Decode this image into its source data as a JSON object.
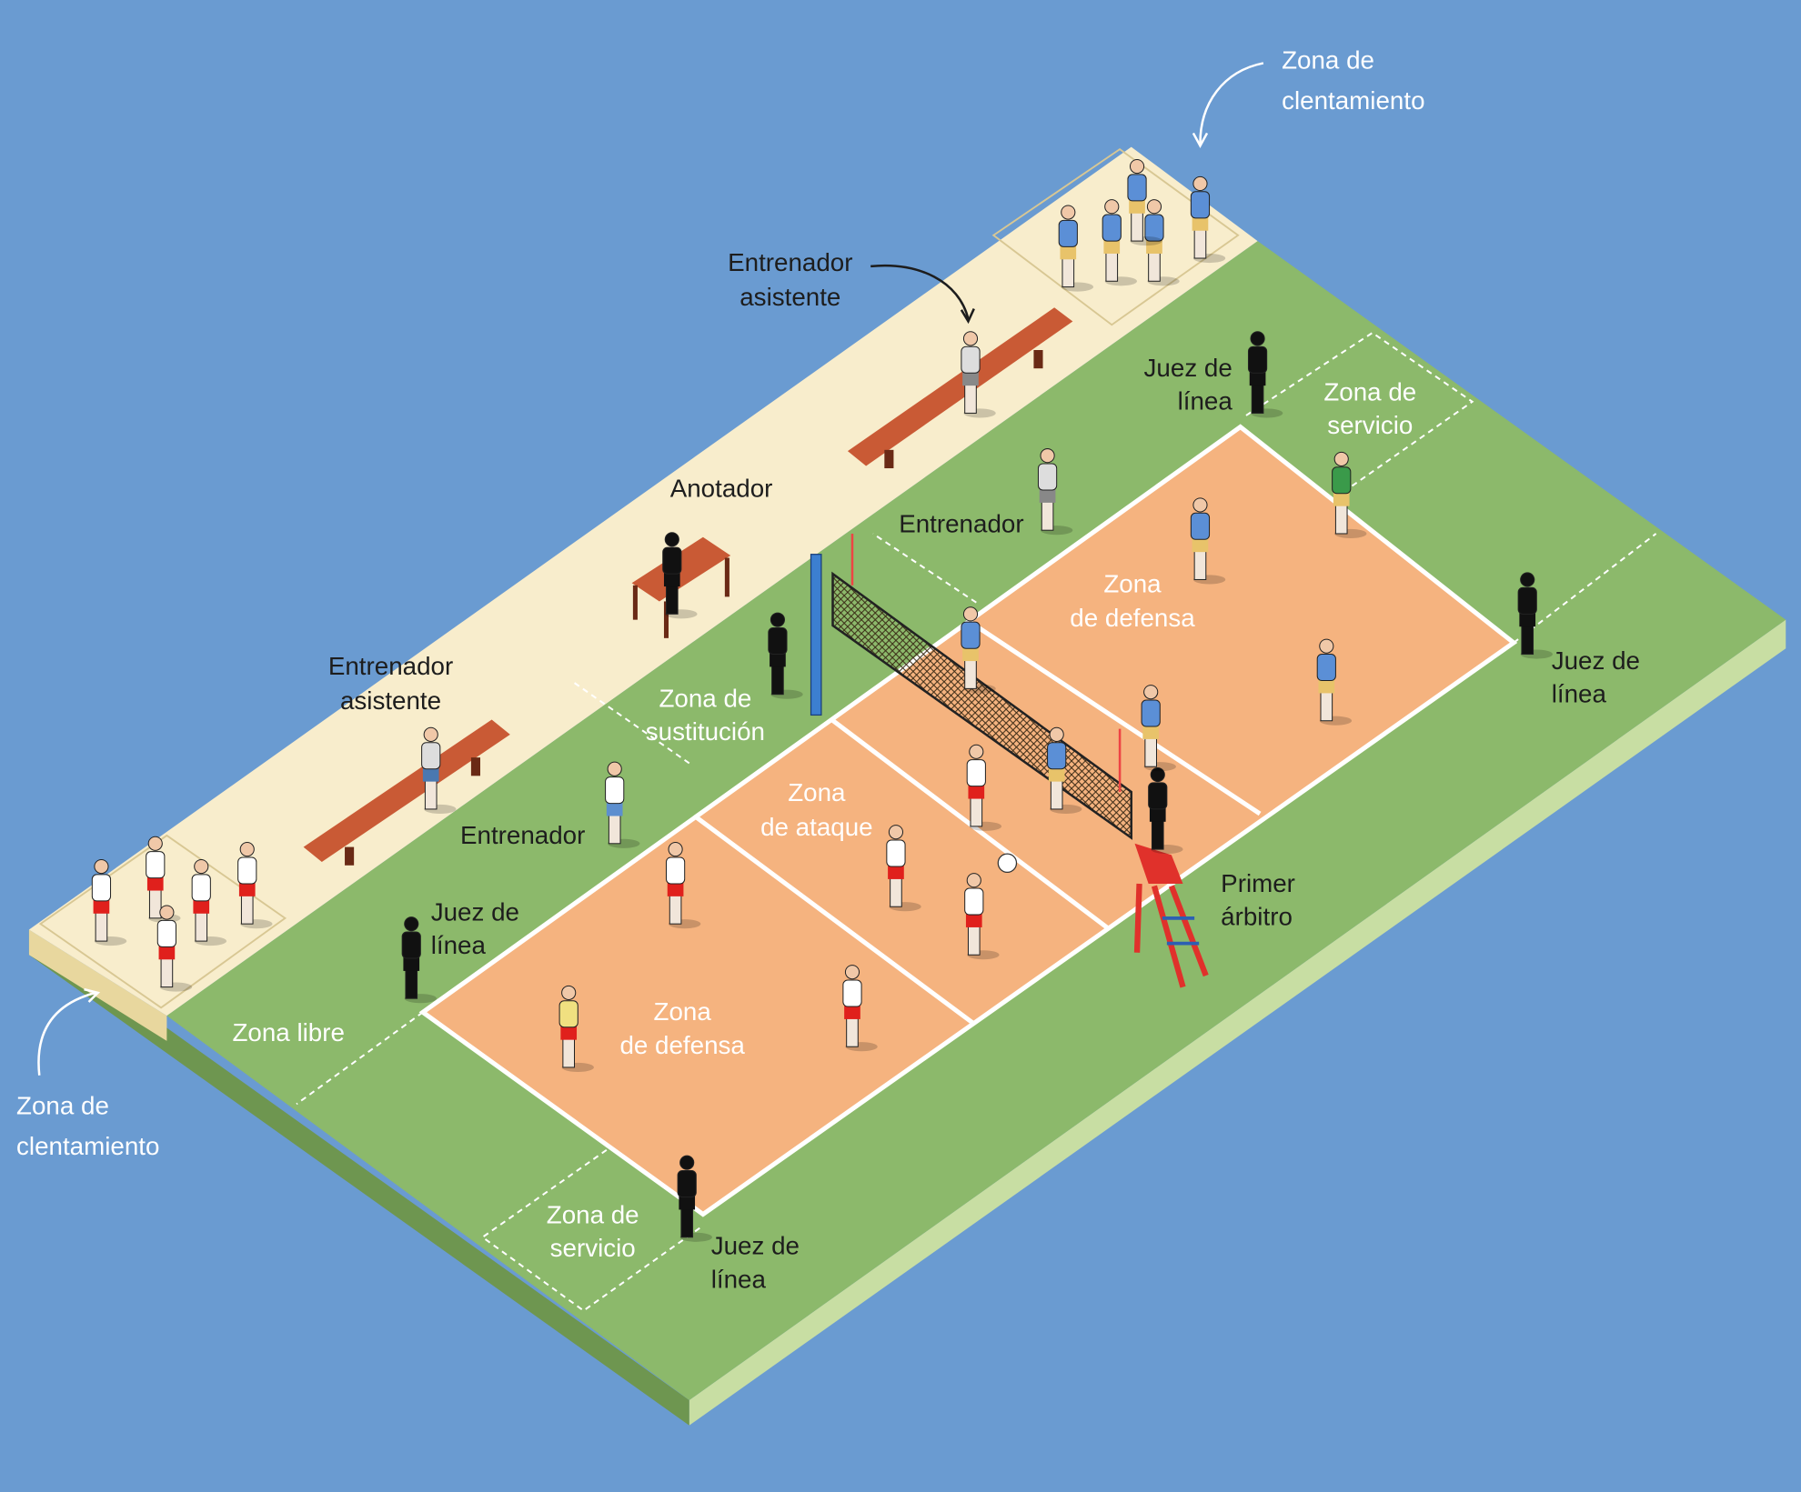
{
  "colors": {
    "background": "#6a9bd1",
    "floor": "#8cb96b",
    "court": "#f5b37f",
    "warmup_strip": "#f8edcc",
    "side": "#c8dea3"
  },
  "labels": {
    "warmup_top": [
      "Zona de",
      "clentamiento"
    ],
    "assistant_coach_top": [
      "Entrenador",
      "asistente"
    ],
    "line_judge_top": [
      "Juez de",
      "línea"
    ],
    "service_zone_top": [
      "Zona de",
      "servicio"
    ],
    "scorer": "Anotador",
    "coach_right": "Entrenador",
    "defense_zone_top": [
      "Zona",
      "de defensa"
    ],
    "line_judge_right": [
      "Juez de",
      "línea"
    ],
    "assistant_coach_left": [
      "Entrenador",
      "asistente"
    ],
    "substitution_zone": [
      "Zona de",
      "sustitución"
    ],
    "attack_zone": [
      "Zona",
      "de ataque"
    ],
    "coach_left": "Entrenador",
    "first_referee": [
      "Primer",
      "árbitro"
    ],
    "line_judge_left": [
      "Juez de",
      "línea"
    ],
    "free_zone": "Zona libre",
    "defense_zone_bottom": [
      "Zona",
      "de defensa"
    ],
    "warmup_bottom": [
      "Zona de",
      "clentamiento"
    ],
    "service_zone_bottom": [
      "Zona de",
      "servicio"
    ],
    "line_judge_bottom": [
      "Juez de",
      "línea"
    ]
  }
}
